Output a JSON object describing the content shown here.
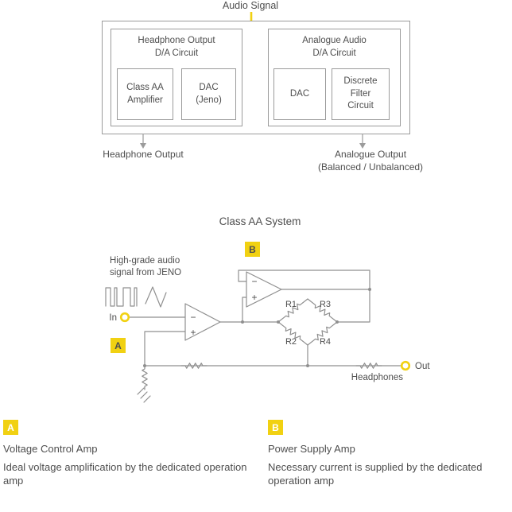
{
  "colors": {
    "accent": "#F1D112",
    "line": "#9b9b9b",
    "circuit_line": "#8f8f8f",
    "text": "#4e4e4e"
  },
  "block_diagram": {
    "audio_signal": "Audio Signal",
    "headphone_box": {
      "title1": "Headphone Output",
      "title2": "D/A Circuit",
      "amp1": "Class AA",
      "amp2": "Amplifier",
      "dac1": "DAC",
      "dac2": "(Jeno)"
    },
    "analogue_box": {
      "title1": "Analogue Audio",
      "title2": "D/A Circuit",
      "dac": "DAC",
      "filter1": "Discrete",
      "filter2": "Filter",
      "filter3": "Circuit"
    },
    "headphone_output": "Headphone Output",
    "analogue_output1": "Analogue Output",
    "analogue_output2": "(Balanced / Unbalanced)"
  },
  "circuit": {
    "title": "Class AA System",
    "note1": "High-grade audio",
    "note2": "signal from JENO",
    "in": "In",
    "out": "Out",
    "headphones": "Headphones",
    "badge_a": "A",
    "badge_b": "B",
    "minus": "−",
    "plus": "+",
    "r1": "R1",
    "r2": "R2",
    "r3": "R3",
    "r4": "R4"
  },
  "legend": {
    "a": {
      "badge": "A",
      "title": "Voltage Control Amp",
      "desc": "Ideal voltage amplification by the dedicated operation amp"
    },
    "b": {
      "badge": "B",
      "title": "Power Supply Amp",
      "desc": "Necessary current is supplied by the dedicated operation amp"
    }
  }
}
